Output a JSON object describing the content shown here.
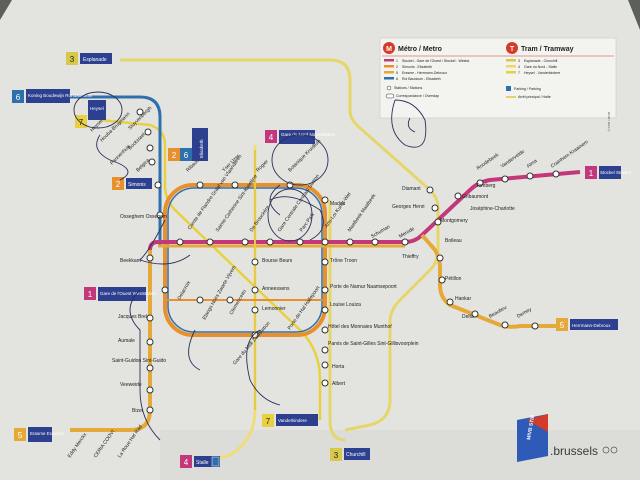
{
  "colors": {
    "paper": "#e4e5e0",
    "line1": "#c2387a",
    "line2": "#e8912c",
    "line5": "#e5a93a",
    "line6": "#2e6fae",
    "tram3": "#d8c84a",
    "tram4": "#f0d66a",
    "tram7": "#e8d040",
    "ink": "#2b2f5a",
    "badgeBlue": "#2d3f8f",
    "red": "#d43b2a"
  },
  "legend": {
    "metro_title": "Métro / Metro",
    "tram_title": "Tram / Tramway",
    "metro_items": [
      {
        "num": "1",
        "text": "Stockel - Gare de l'Ouest / Stockel - Westst.",
        "color": "#c2387a"
      },
      {
        "num": "2",
        "text": "Simonis - Elisabeth",
        "color": "#e8912c"
      },
      {
        "num": "5",
        "text": "Erasme - Herrmann-Debroux",
        "color": "#e5a93a"
      },
      {
        "num": "6",
        "text": "Roi Baudouin - Elisabeth",
        "color": "#2e6fae"
      }
    ],
    "tram_items": [
      {
        "num": "3",
        "text": "Esplanade - Churchill",
        "color": "#d8c84a"
      },
      {
        "num": "4",
        "text": "Gare du Nord - Stalle",
        "color": "#f0d66a"
      },
      {
        "num": "7",
        "text": "Heysel - Vanderkindere",
        "color": "#e8d040"
      }
    ]
  },
  "terminals": [
    {
      "num": "3",
      "label": "Esplanade",
      "color": "#d8c84a"
    },
    {
      "num": "6",
      "label": "Koning Boudewijn Roi Baudouin",
      "color": "#2e6fae"
    },
    {
      "num": "2",
      "label": "Simonis",
      "color": "#e8912c"
    },
    {
      "num": "4",
      "label": "Gare du Nord Noordstation",
      "color": "#c2387a"
    },
    {
      "num": "1",
      "label": "Stockel Stokkel",
      "color": "#c2387a"
    },
    {
      "num": "1",
      "label": "Gare de l'Ouest Weststation",
      "color": "#c2387a"
    },
    {
      "num": "5",
      "label": "Herrmann-Debroux",
      "color": "#e5a93a"
    },
    {
      "num": "7",
      "label": "Vanderkindere",
      "color": "#e8d040"
    },
    {
      "num": "5",
      "label": "Erasme Erasmus",
      "color": "#e5a93a"
    },
    {
      "num": "4",
      "label": "Stalle",
      "color": "#c2387a"
    },
    {
      "num": "3",
      "label": "Churchill",
      "color": "#d8c84a"
    },
    {
      "num": "7",
      "label": "Heysel",
      "color": "#e8d040"
    },
    {
      "num": "2",
      "label": "Elisabeth",
      "color": "#e8912c"
    },
    {
      "num": "6",
      "label": "Elisabeth",
      "color": "#2e6fae"
    }
  ],
  "stations": {
    "heysel": "Heysel",
    "houba": "Houba-Brugmann",
    "stockel_n": "Stuyvenbergh",
    "bockstael": "Bockstael",
    "pannenhuis": "Pannenhuis",
    "belgica": "Belgica",
    "ribaucourt": "Ribaucourt",
    "yser": "Yser IJzer",
    "rogier": "Rogier",
    "botanique": "Botanique Kruidtuin",
    "osseghem": "Osseghem Ossegem",
    "comte": "Comte de Flandre Graaf van Vlaanderen",
    "sainte": "Sainte-Catherine Sint-Katelijne",
    "brouckere": "De Brouckère",
    "centrale": "Gare Centrale Centraal Station",
    "parc": "Parc Park",
    "arts": "Arts-Loi Kunst-Wet",
    "madou": "Madou",
    "maelbeek": "Maelbeek Maalbeek",
    "schuman": "Schuman",
    "merode": "Merode",
    "thieffry": "Thieffry",
    "diamant": "Diamant",
    "georges": "Georges Henri",
    "montgomery": "Montgomery",
    "boileau": "Boileau",
    "joseph": "Joséphine-Charlotte",
    "gribaumont": "Gribaumont",
    "tomberg": "Tomberg",
    "roodebeek": "Roodebeek",
    "vandervelde": "Vandervelde",
    "alma": "Alma",
    "crainhem": "Crainhem Kraainem",
    "petillon": "Pétillon",
    "hankar": "Hankar",
    "delta": "Delta",
    "beaulieu": "Beaulieu",
    "demey": "Demey",
    "beekkant": "Beekkant",
    "etangs": "Etangs Noirs Zwarte Vijvers",
    "bourse": "Bourse Beurs",
    "anneessens": "Anneessens",
    "lemonnier": "Lemonnier",
    "clemenceau": "Clemenceau",
    "delacroix": "Delacroix",
    "tronearbre": "Trône Troon",
    "namur": "Porte de Namur Naamsepoort",
    "louise": "Louise Louiza",
    "halle": "Porte de Hal Hallepoort",
    "hotel": "Hôtel des Monnaies Munthof",
    "stgilles": "Parvis de Saint-Gilles Sint-Gillisvoorplein",
    "horta": "Horta",
    "albert": "Albert",
    "midi": "Gare du Midi Zuidstation",
    "jacques": "Jacques Brel",
    "aumale": "Aumale",
    "stguidon": "Saint-Guidon Sint-Guido",
    "veeweide": "Veeweide",
    "bizet": "Bizet",
    "ceria": "CERIA COOVI",
    "eddy": "Eddy Merckx",
    "labo": "La Roue Het Rad"
  },
  "brand": {
    "text": ".brussels",
    "box": "MIVB STIB"
  },
  "legend_notes": {
    "n1": "Stations / Stations",
    "n2": "Correspondance / Overstap",
    "n3": "Parking / Parking",
    "n4": "Arrêt principal / Halte"
  },
  "copyright": "© STIB / MIVB"
}
